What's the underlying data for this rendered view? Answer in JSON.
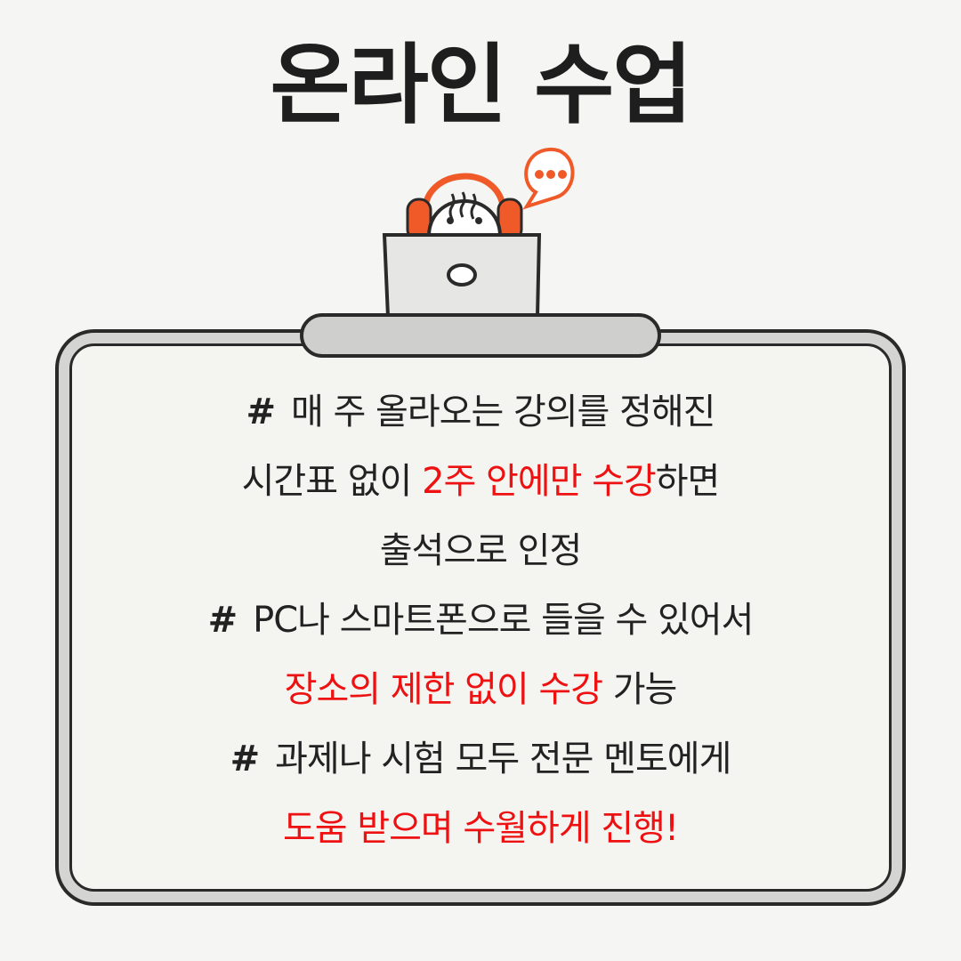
{
  "title": "온라인 수업",
  "lines": [
    {
      "hash": "#",
      "parts": [
        {
          "text": "매 주 올라오는 강의를 정해진",
          "highlight": false
        }
      ]
    },
    {
      "hash": "",
      "parts": [
        {
          "text": "시간표 없이 ",
          "highlight": false
        },
        {
          "text": "2주 안에만 수강",
          "highlight": true
        },
        {
          "text": "하면",
          "highlight": false
        }
      ]
    },
    {
      "hash": "",
      "parts": [
        {
          "text": "출석으로 인정",
          "highlight": false
        }
      ]
    },
    {
      "hash": "#",
      "parts": [
        {
          "text": "PC나 스마트폰으로 들을 수 있어서",
          "highlight": false
        }
      ]
    },
    {
      "hash": "",
      "parts": [
        {
          "text": "장소의 제한 없이 수강",
          "highlight": true
        },
        {
          "text": " 가능",
          "highlight": false
        }
      ]
    },
    {
      "hash": "#",
      "parts": [
        {
          "text": "과제나 시험 모두 전문 멘토에게",
          "highlight": false
        }
      ]
    },
    {
      "hash": "",
      "parts": [
        {
          "text": "도움 받으며 수월하게 진행!",
          "highlight": true
        }
      ]
    }
  ],
  "colors": {
    "accent_orange": "#f05a28",
    "highlight_red": "#ee1111",
    "text_dark": "#222222",
    "background": "#f5f5f3"
  },
  "icons": [
    "person-with-headset-icon",
    "laptop-icon",
    "speech-bubble-icon"
  ]
}
